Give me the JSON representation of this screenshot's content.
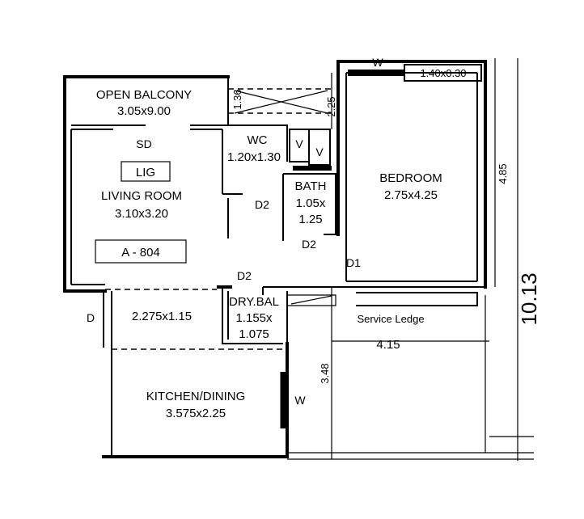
{
  "rooms": {
    "open_balcony": {
      "name": "OPEN BALCONY",
      "size": "3.05x9.00"
    },
    "living_room": {
      "name": "LIVING ROOM",
      "size": "3.10x3.20",
      "tag": "LIG",
      "unit": "A - 804",
      "sd": "SD"
    },
    "wc": {
      "name": "WC",
      "size": "1.20x1.30"
    },
    "bath": {
      "name": "BATH",
      "size_line1": "1.05x",
      "size_line2": "1.25"
    },
    "bedroom": {
      "name": "BEDROOM",
      "size": "2.75x4.25"
    },
    "passage": {
      "size": "2.275x1.15"
    },
    "dry_balcony": {
      "name": "DRY.BAL",
      "size_line1": "1.155x",
      "size_line2": "1.075"
    },
    "kitchen": {
      "name": "KITCHEN/DINING",
      "size": "3.575x2.25"
    },
    "service_ledge": {
      "name": "Service Ledge"
    }
  },
  "labels": {
    "door_d": "D",
    "d1": "D1",
    "d2_wc": "D2",
    "d2_bath": "D2",
    "d2_living": "D2",
    "vent1": "V",
    "vent2": "V",
    "window_kitchen": "W",
    "window_bedroom": "W",
    "bedroom_window_size": "1.40x0.30"
  },
  "dimensions": {
    "d_136": "1.36",
    "d_225": "2.25",
    "d_485": "4.85",
    "d_1013": "10.13",
    "d_415": "4.15",
    "d_348": "3.48"
  }
}
